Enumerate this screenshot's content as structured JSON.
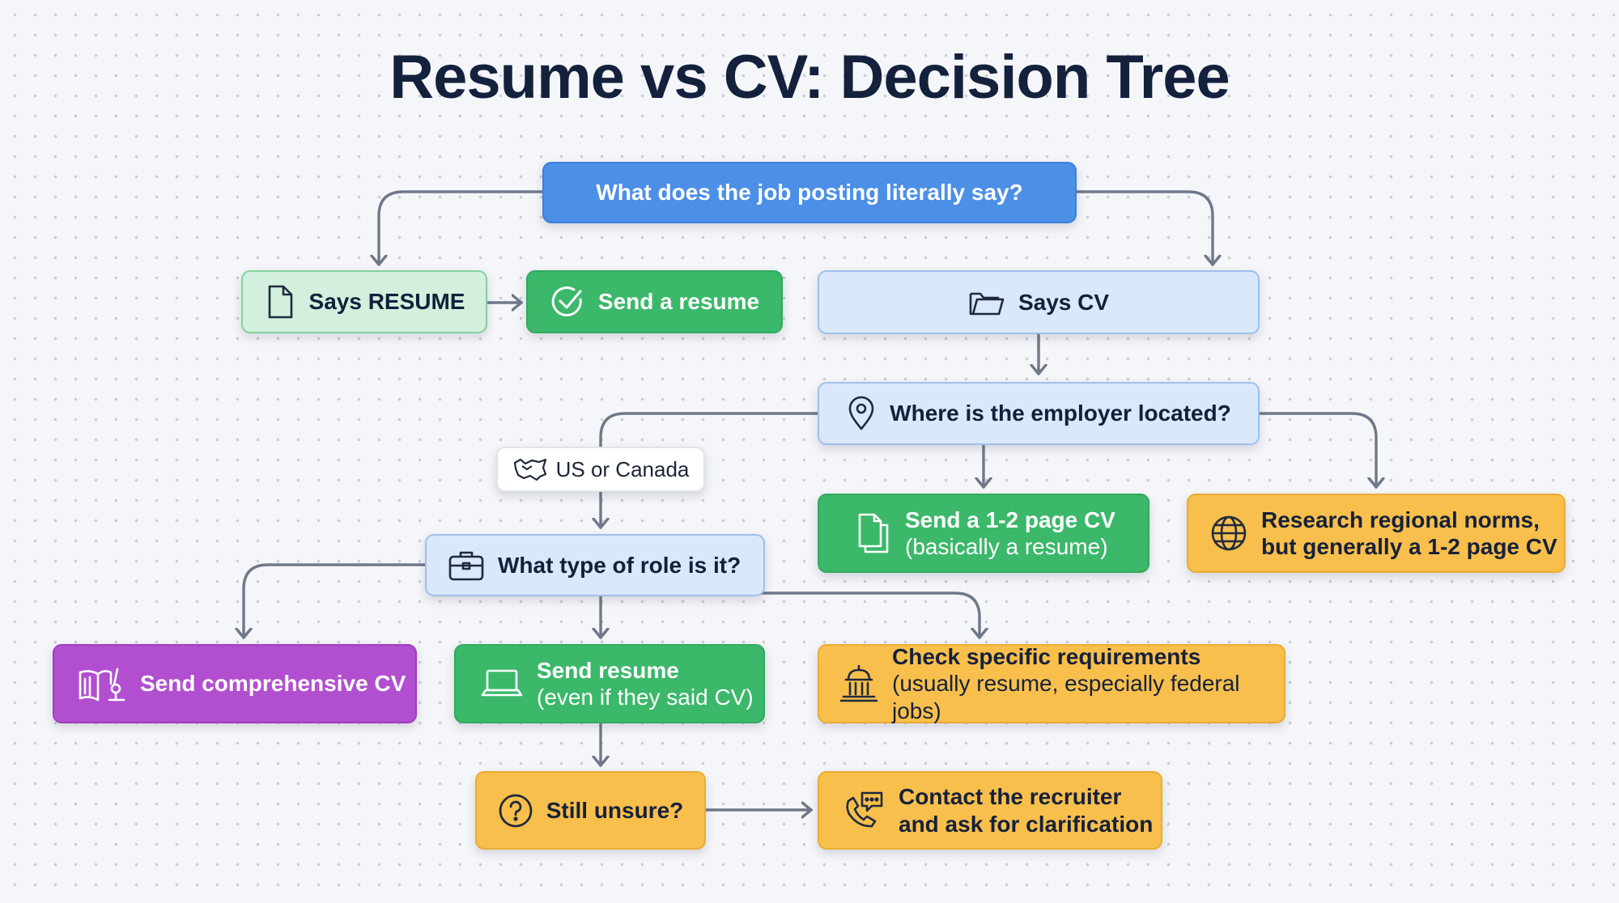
{
  "title": "Resume vs CV: Decision Tree",
  "colors": {
    "blue": "#4b8fe6",
    "light_blue": "#d9e8fb",
    "light_green": "#d3f0de",
    "green": "#3bb86a",
    "orange": "#f8bf4c",
    "purple": "#b24fd0",
    "connector": "#6f7889"
  },
  "nodes": {
    "root": {
      "label": "What does the job posting literally say?"
    },
    "says_resume": {
      "label": "Says RESUME",
      "icon": "document-icon"
    },
    "send_resume": {
      "label": "Send a resume",
      "icon": "check-circle-icon"
    },
    "says_cv": {
      "label": "Says CV",
      "icon": "folder-icon"
    },
    "location": {
      "label": "Where is the employer located?",
      "icon": "location-pin-icon"
    },
    "us_canada": {
      "label": "US or Canada",
      "icon": "map-icon"
    },
    "send_cv": {
      "label": "Send a 1-2 page CV",
      "sub": "(basically a resume)",
      "icon": "pages-icon"
    },
    "regional": {
      "label": "Research regional norms,",
      "label2": "but generally a 1-2 page CV",
      "icon": "globe-icon"
    },
    "role_type": {
      "label": "What type of role is it?",
      "icon": "briefcase-icon"
    },
    "comprehensive": {
      "label": "Send comprehensive CV",
      "icon": "book-microscope-icon"
    },
    "send_resume_cv": {
      "label": "Send resume",
      "sub": "(even if they said CV)",
      "icon": "laptop-icon"
    },
    "check_req": {
      "label": "Check specific requirements",
      "sub": "(usually resume, especially federal jobs)",
      "icon": "government-building-icon"
    },
    "unsure": {
      "label": "Still unsure?",
      "icon": "question-circle-icon"
    },
    "contact": {
      "label": "Contact the recruiter",
      "label2": "and ask for clarification",
      "icon": "phone-chat-icon"
    }
  }
}
